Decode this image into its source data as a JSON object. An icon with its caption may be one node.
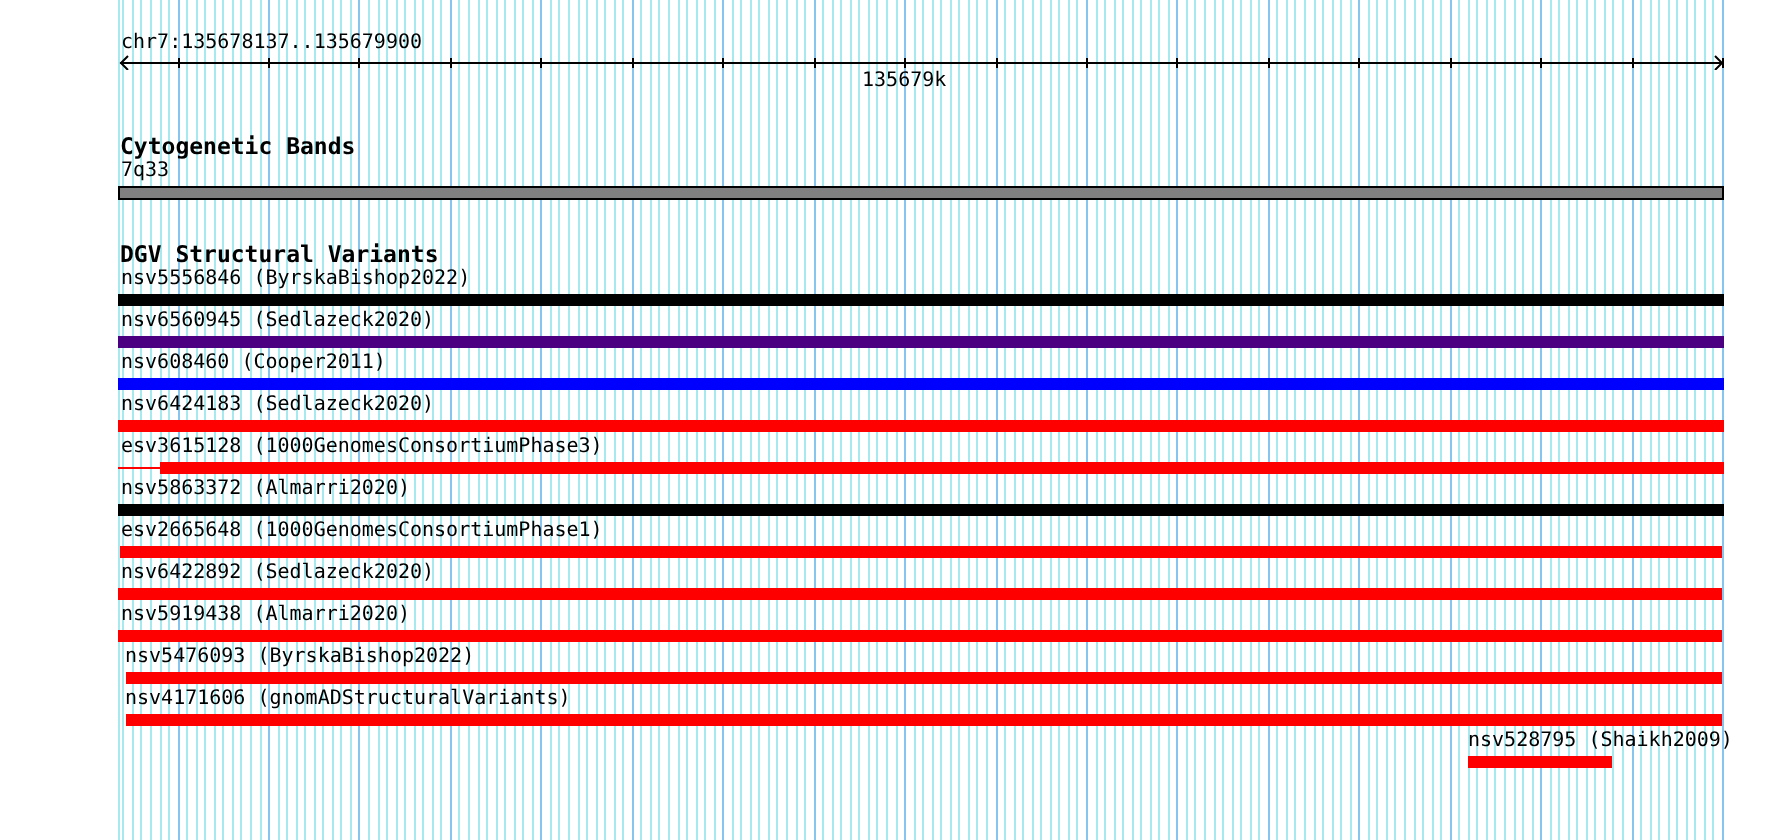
{
  "diagram": {
    "nodes": [
      {
        "text": [
          "7q33"
        ]
      },
      {
        "text": [
          "nsv5556846 (ByrskaBishop2022)"
        ]
      },
      {
        "text": [
          "nsv6560945 (Sedlazeck2020)"
        ]
      },
      {
        "text": [
          "nsv608460 (Cooper2011)"
        ]
      },
      {
        "text": [
          "nsv6424183 (Sedlazeck2020)"
        ]
      },
      {
        "text": [
          "esv3615128 (1000GenomesConsortiumPhase3)"
        ]
      },
      {
        "text": [
          "nsv5863372 (Almarri2020)"
        ]
      },
      {
        "text": [
          "esv2665648 (1000GenomesConsortiumPhase1)"
        ]
      },
      {
        "text": [
          "nsv6422892 (Sedlazeck2020)"
        ]
      },
      {
        "text": [
          "nsv5919438 (Almarri2020)"
        ]
      },
      {
        "text": [
          "nsv5476093 (ByrskaBishop2022)"
        ]
      },
      {
        "text": [
          "nsv4171606 (gnomADStructuralVariants)"
        ]
      },
      {
        "text": [
          "nsv528795 (Shaikh2009)"
        ]
      }
    ],
    "labels": [
      "chr7:135678137..135679900",
      "135679k",
      "Cytogenetic Bands",
      "DGV Structural Variants"
    ]
  }
}
